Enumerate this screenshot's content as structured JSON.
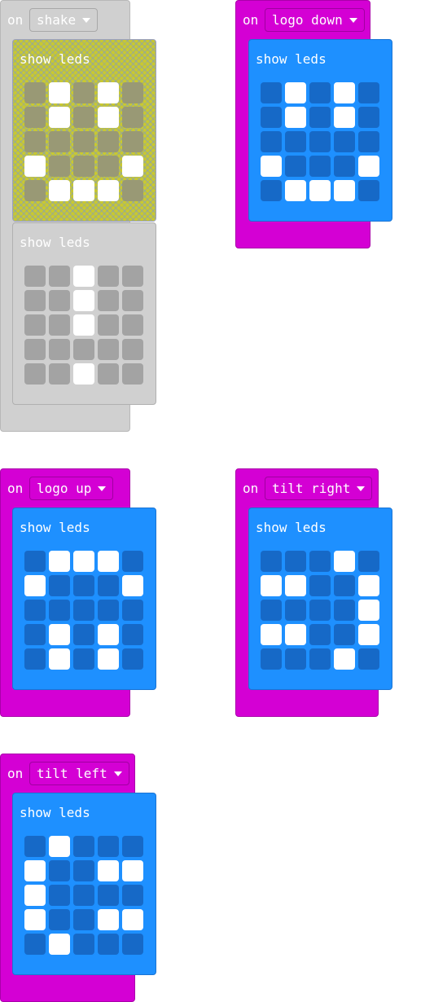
{
  "on_label": "on",
  "show_leds_label": "show leds",
  "colors": {
    "event_pink": "#d400d4",
    "disabled_gray": "#d0d0d0",
    "block_blue": "#1e90ff",
    "led_off": "#1669c7",
    "led_on": "#ffffff"
  },
  "events": [
    {
      "gesture": "shake",
      "state": "disabled",
      "blocks": [
        {
          "state": "highlighted",
          "leds": [
            [
              0,
              1,
              0,
              1,
              0
            ],
            [
              0,
              1,
              0,
              1,
              0
            ],
            [
              0,
              0,
              0,
              0,
              0
            ],
            [
              1,
              0,
              0,
              0,
              1
            ],
            [
              0,
              1,
              1,
              1,
              0
            ]
          ]
        },
        {
          "state": "disabled",
          "leds": [
            [
              0,
              0,
              1,
              0,
              0
            ],
            [
              0,
              0,
              1,
              0,
              0
            ],
            [
              0,
              0,
              1,
              0,
              0
            ],
            [
              0,
              0,
              0,
              0,
              0
            ],
            [
              0,
              0,
              1,
              0,
              0
            ]
          ]
        }
      ]
    },
    {
      "gesture": "logo down",
      "state": "enabled",
      "blocks": [
        {
          "state": "enabled",
          "leds": [
            [
              0,
              1,
              0,
              1,
              0
            ],
            [
              0,
              1,
              0,
              1,
              0
            ],
            [
              0,
              0,
              0,
              0,
              0
            ],
            [
              1,
              0,
              0,
              0,
              1
            ],
            [
              0,
              1,
              1,
              1,
              0
            ]
          ]
        }
      ]
    },
    {
      "gesture": "logo up",
      "state": "enabled",
      "blocks": [
        {
          "state": "enabled",
          "leds": [
            [
              0,
              1,
              1,
              1,
              0
            ],
            [
              1,
              0,
              0,
              0,
              1
            ],
            [
              0,
              0,
              0,
              0,
              0
            ],
            [
              0,
              1,
              0,
              1,
              0
            ],
            [
              0,
              1,
              0,
              1,
              0
            ]
          ]
        }
      ]
    },
    {
      "gesture": "tilt right",
      "state": "enabled",
      "blocks": [
        {
          "state": "enabled",
          "leds": [
            [
              0,
              0,
              0,
              1,
              0
            ],
            [
              1,
              1,
              0,
              0,
              1
            ],
            [
              0,
              0,
              0,
              0,
              1
            ],
            [
              1,
              1,
              0,
              0,
              1
            ],
            [
              0,
              0,
              0,
              1,
              0
            ]
          ]
        }
      ]
    },
    {
      "gesture": "tilt left",
      "state": "enabled",
      "blocks": [
        {
          "state": "enabled",
          "leds": [
            [
              0,
              1,
              0,
              0,
              0
            ],
            [
              1,
              0,
              0,
              1,
              1
            ],
            [
              1,
              0,
              0,
              0,
              0
            ],
            [
              1,
              0,
              0,
              1,
              1
            ],
            [
              0,
              1,
              0,
              0,
              0
            ]
          ]
        }
      ]
    }
  ]
}
